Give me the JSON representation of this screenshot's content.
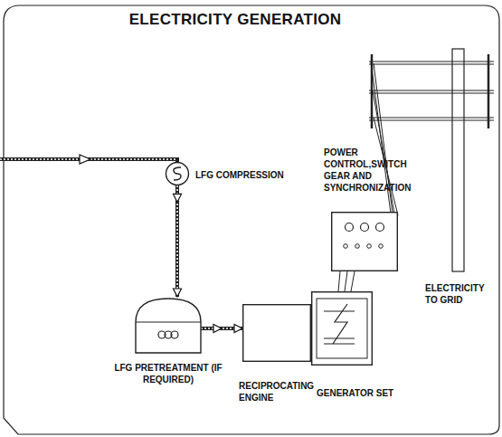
{
  "diagram": {
    "title": "ELECTRICITY GENERATION",
    "nodes": [
      {
        "text": [
          "LFG COMPRESSION"
        ]
      },
      {
        "text": [
          "LFG PRETREATMENT (IF REQUIRED)"
        ]
      },
      {
        "text": [
          "RECIPROCATING ENGINE"
        ]
      },
      {
        "text": [
          "GENERATOR SET"
        ]
      },
      {
        "text": [
          "POWER CONTROL,SWITCH GEAR AND SYNCHRONIZATION"
        ]
      }
    ],
    "edges": [
      {
        "from": 0,
        "to": 1,
        "arrow": "to"
      },
      {
        "from": 1,
        "to": 2,
        "arrow": "to"
      },
      {
        "from": 3,
        "to": 4,
        "arrow": "none"
      }
    ],
    "labels": [
      "ELECTRICITY TO GRID"
    ]
  }
}
